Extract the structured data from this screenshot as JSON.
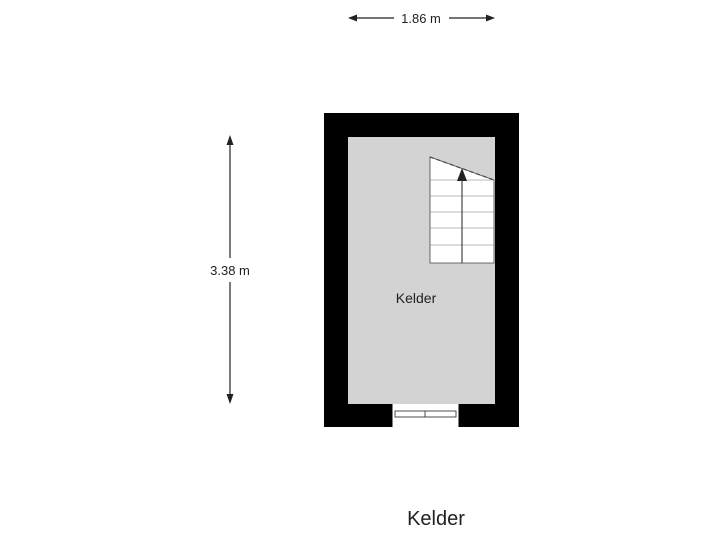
{
  "dimensions": {
    "width_label": "1.86 m",
    "height_label": "3.38 m"
  },
  "room": {
    "name": "Kelder"
  },
  "floor": {
    "title": "Kelder"
  },
  "colors": {
    "wall": "#000000",
    "floor": "#d3d3d3",
    "stair": "#ffffff",
    "line": "#222222"
  }
}
